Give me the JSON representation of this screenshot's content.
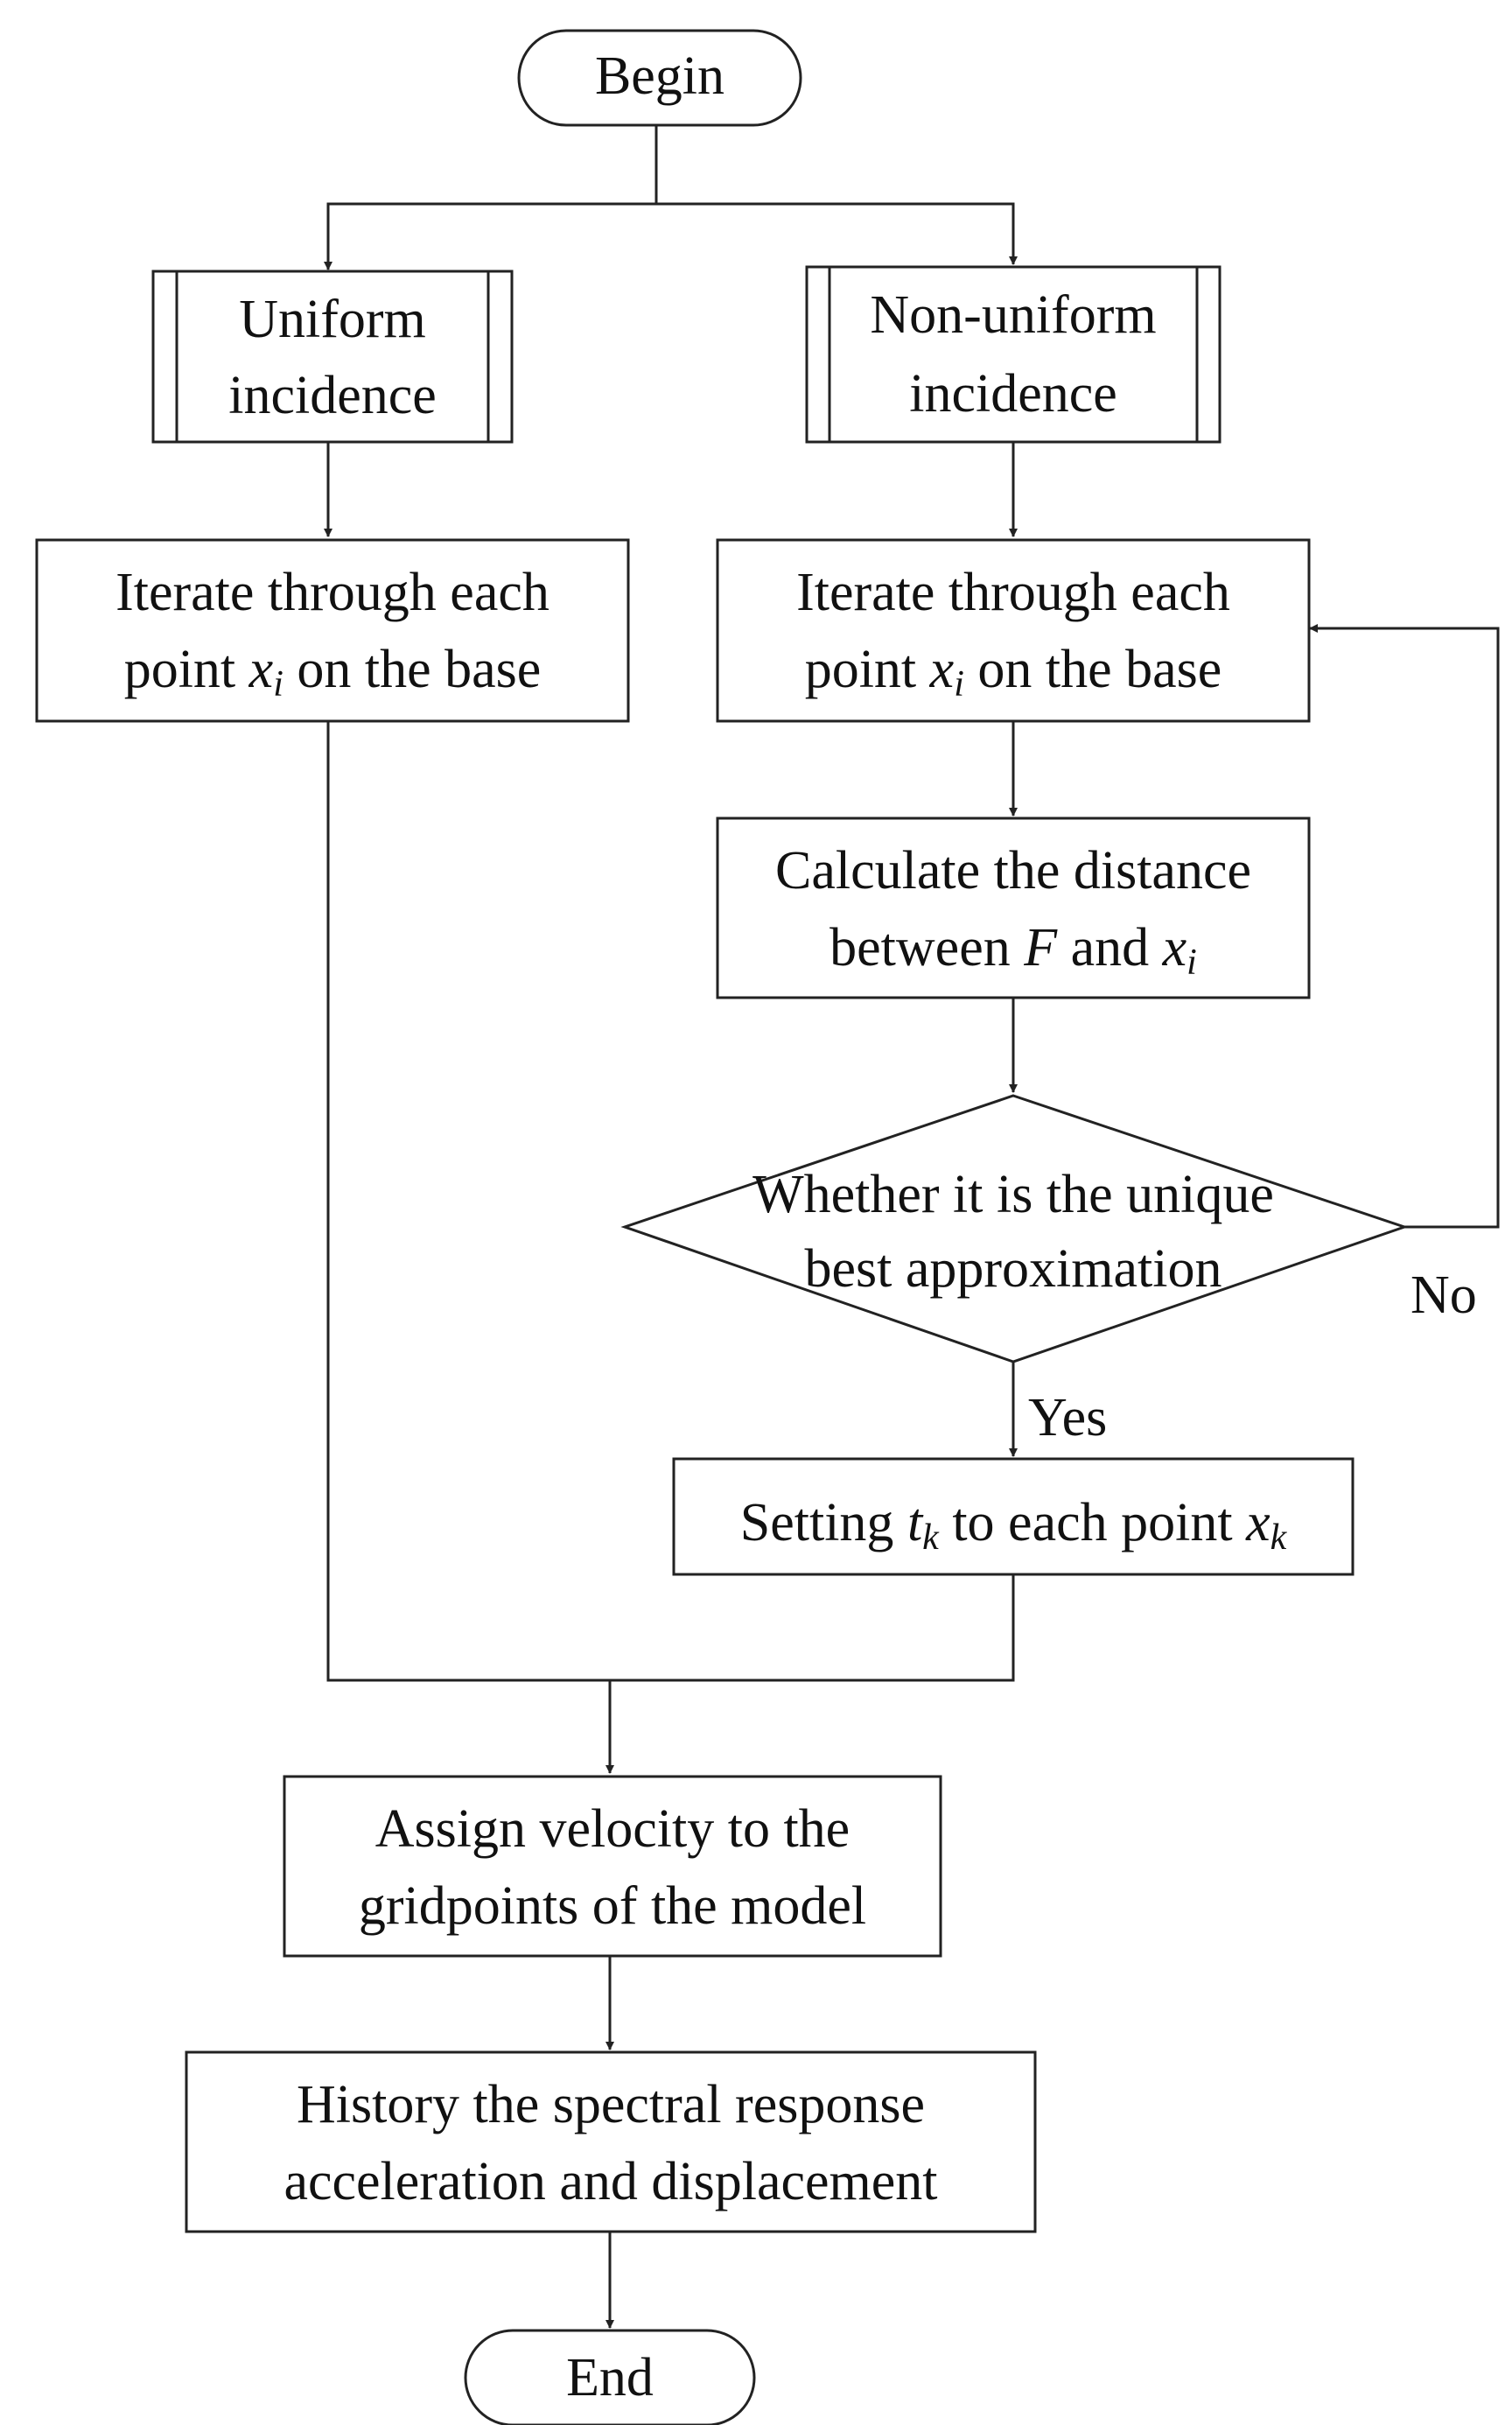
{
  "nodes": {
    "begin": {
      "label": "Begin"
    },
    "uniform": {
      "line1": "Uniform",
      "line2": "incidence"
    },
    "nonuniform": {
      "line1": "Non-uniform",
      "line2": "incidence"
    },
    "iterate_left": {
      "line1": "Iterate through each",
      "line2_pre": "point ",
      "var": "x",
      "sub": "i",
      "line2_post": " on the base"
    },
    "iterate_right": {
      "line1": "Iterate through each",
      "line2_pre": "point ",
      "var": "x",
      "sub": "i",
      "line2_post": " on the base"
    },
    "calculate": {
      "line1": "Calculate the distance",
      "line2_pre": "between ",
      "var_f": "F",
      "line2_mid": " and ",
      "var": "x",
      "sub": "i"
    },
    "decision": {
      "line1": "Whether it is the unique",
      "line2": "best approximation"
    },
    "setting": {
      "pre": "Setting ",
      "var_t": "t",
      "sub_t": "k",
      "mid": " to each point ",
      "var_x": "x",
      "sub_x": "k"
    },
    "assign": {
      "line1": "Assign velocity to the",
      "line2": "gridpoints of the model"
    },
    "history": {
      "line1": "History the spectral response",
      "line2": "acceleration and displacement"
    },
    "end": {
      "label": "End"
    }
  },
  "edges": {
    "no_label": "No",
    "yes_label": "Yes"
  }
}
